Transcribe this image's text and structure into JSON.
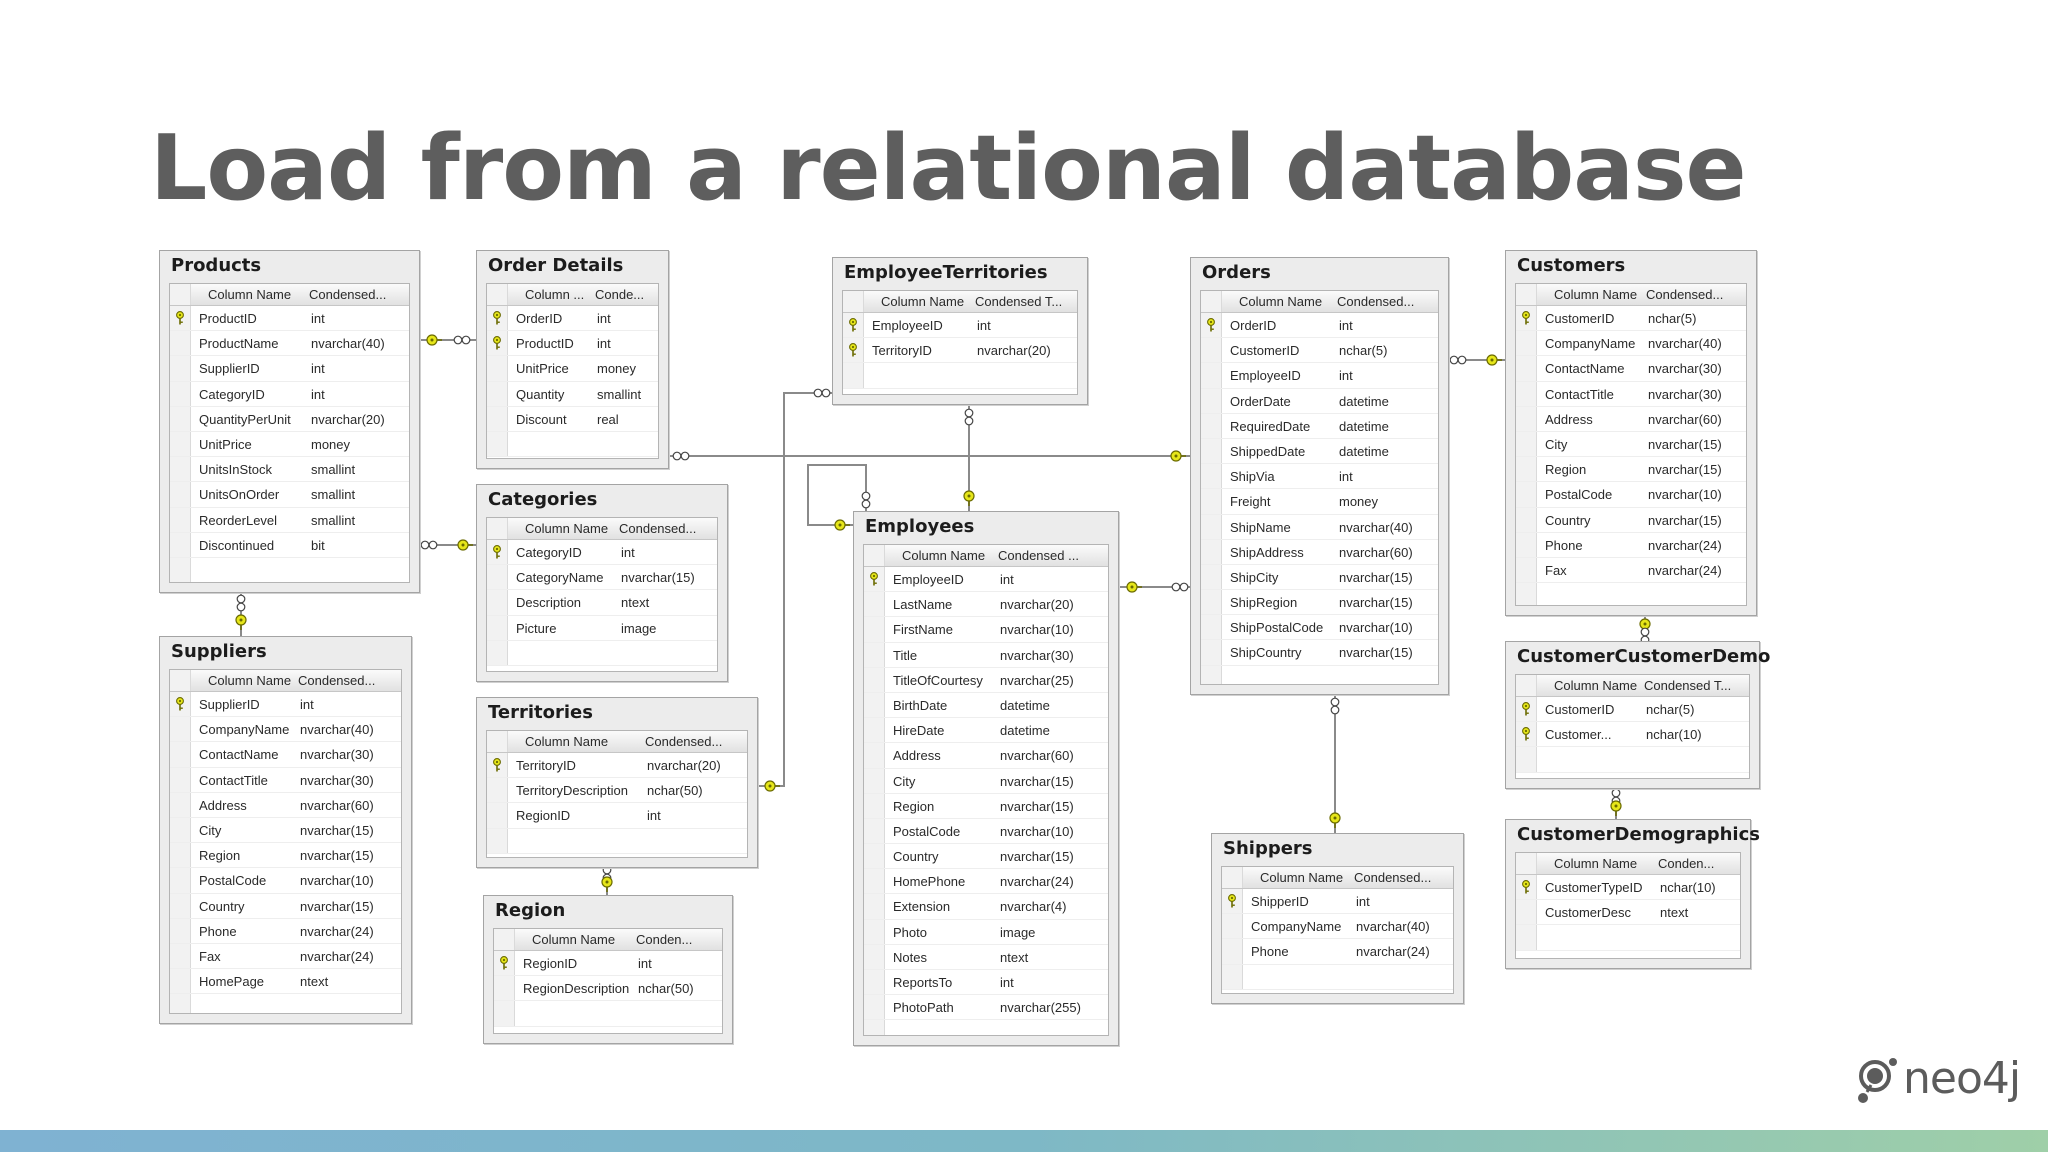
{
  "slide": {
    "title": "Load from a relational database"
  },
  "brand": {
    "logo_text": "neo4j",
    "key_color": "#e6e619",
    "bar_colors": [
      "#7fb2d2",
      "#9fcfa8"
    ]
  },
  "tables": [
    {
      "name": "Products",
      "headers": [
        "Column Name",
        "Condensed..."
      ],
      "empty_rows": 1,
      "rows": [
        {
          "col": "ProductID",
          "type": "int",
          "key": true
        },
        {
          "col": "ProductName",
          "type": "nvarchar(40)"
        },
        {
          "col": "SupplierID",
          "type": "int"
        },
        {
          "col": "CategoryID",
          "type": "int"
        },
        {
          "col": "QuantityPerUnit",
          "type": "nvarchar(20)"
        },
        {
          "col": "UnitPrice",
          "type": "money"
        },
        {
          "col": "UnitsInStock",
          "type": "smallint"
        },
        {
          "col": "UnitsOnOrder",
          "type": "smallint"
        },
        {
          "col": "ReorderLevel",
          "type": "smallint"
        },
        {
          "col": "Discontinued",
          "type": "bit"
        }
      ]
    },
    {
      "name": "Order Details",
      "headers": [
        "Column ...",
        "Conde..."
      ],
      "empty_rows": 1,
      "rows": [
        {
          "col": "OrderID",
          "type": "int",
          "key": true
        },
        {
          "col": "ProductID",
          "type": "int",
          "key": true
        },
        {
          "col": "UnitPrice",
          "type": "money"
        },
        {
          "col": "Quantity",
          "type": "smallint"
        },
        {
          "col": "Discount",
          "type": "real"
        }
      ]
    },
    {
      "name": "EmployeeTerritories",
      "headers": [
        "Column Name",
        "Condensed T..."
      ],
      "empty_rows": 1,
      "rows": [
        {
          "col": "EmployeeID",
          "type": "int",
          "key": true
        },
        {
          "col": "TerritoryID",
          "type": "nvarchar(20)",
          "key": true
        }
      ]
    },
    {
      "name": "Orders",
      "headers": [
        "Column Name",
        "Condensed..."
      ],
      "empty_rows": 1,
      "rows": [
        {
          "col": "OrderID",
          "type": "int",
          "key": true
        },
        {
          "col": "CustomerID",
          "type": "nchar(5)"
        },
        {
          "col": "EmployeeID",
          "type": "int"
        },
        {
          "col": "OrderDate",
          "type": "datetime"
        },
        {
          "col": "RequiredDate",
          "type": "datetime"
        },
        {
          "col": "ShippedDate",
          "type": "datetime"
        },
        {
          "col": "ShipVia",
          "type": "int"
        },
        {
          "col": "Freight",
          "type": "money"
        },
        {
          "col": "ShipName",
          "type": "nvarchar(40)"
        },
        {
          "col": "ShipAddress",
          "type": "nvarchar(60)"
        },
        {
          "col": "ShipCity",
          "type": "nvarchar(15)"
        },
        {
          "col": "ShipRegion",
          "type": "nvarchar(15)"
        },
        {
          "col": "ShipPostalCode",
          "type": "nvarchar(10)"
        },
        {
          "col": "ShipCountry",
          "type": "nvarchar(15)"
        }
      ]
    },
    {
      "name": "Customers",
      "headers": [
        "Column Name",
        "Condensed..."
      ],
      "empty_rows": 1,
      "rows": [
        {
          "col": "CustomerID",
          "type": "nchar(5)",
          "key": true
        },
        {
          "col": "CompanyName",
          "type": "nvarchar(40)"
        },
        {
          "col": "ContactName",
          "type": "nvarchar(30)"
        },
        {
          "col": "ContactTitle",
          "type": "nvarchar(30)"
        },
        {
          "col": "Address",
          "type": "nvarchar(60)"
        },
        {
          "col": "City",
          "type": "nvarchar(15)"
        },
        {
          "col": "Region",
          "type": "nvarchar(15)"
        },
        {
          "col": "PostalCode",
          "type": "nvarchar(10)"
        },
        {
          "col": "Country",
          "type": "nvarchar(15)"
        },
        {
          "col": "Phone",
          "type": "nvarchar(24)"
        },
        {
          "col": "Fax",
          "type": "nvarchar(24)"
        }
      ]
    },
    {
      "name": "Categories",
      "headers": [
        "Column Name",
        "Condensed..."
      ],
      "empty_rows": 1,
      "rows": [
        {
          "col": "CategoryID",
          "type": "int",
          "key": true
        },
        {
          "col": "CategoryName",
          "type": "nvarchar(15)"
        },
        {
          "col": "Description",
          "type": "ntext"
        },
        {
          "col": "Picture",
          "type": "image"
        }
      ]
    },
    {
      "name": "Employees",
      "headers": [
        "Column Name",
        "Condensed ..."
      ],
      "empty_rows": 1,
      "rows": [
        {
          "col": "EmployeeID",
          "type": "int",
          "key": true
        },
        {
          "col": "LastName",
          "type": "nvarchar(20)"
        },
        {
          "col": "FirstName",
          "type": "nvarchar(10)"
        },
        {
          "col": "Title",
          "type": "nvarchar(30)"
        },
        {
          "col": "TitleOfCourtesy",
          "type": "nvarchar(25)"
        },
        {
          "col": "BirthDate",
          "type": "datetime"
        },
        {
          "col": "HireDate",
          "type": "datetime"
        },
        {
          "col": "Address",
          "type": "nvarchar(60)"
        },
        {
          "col": "City",
          "type": "nvarchar(15)"
        },
        {
          "col": "Region",
          "type": "nvarchar(15)"
        },
        {
          "col": "PostalCode",
          "type": "nvarchar(10)"
        },
        {
          "col": "Country",
          "type": "nvarchar(15)"
        },
        {
          "col": "HomePhone",
          "type": "nvarchar(24)"
        },
        {
          "col": "Extension",
          "type": "nvarchar(4)"
        },
        {
          "col": "Photo",
          "type": "image"
        },
        {
          "col": "Notes",
          "type": "ntext"
        },
        {
          "col": "ReportsTo",
          "type": "int"
        },
        {
          "col": "PhotoPath",
          "type": "nvarchar(255)"
        }
      ]
    },
    {
      "name": "Suppliers",
      "headers": [
        "Column Name",
        "Condensed..."
      ],
      "empty_rows": 1,
      "rows": [
        {
          "col": "SupplierID",
          "type": "int",
          "key": true
        },
        {
          "col": "CompanyName",
          "type": "nvarchar(40)"
        },
        {
          "col": "ContactName",
          "type": "nvarchar(30)"
        },
        {
          "col": "ContactTitle",
          "type": "nvarchar(30)"
        },
        {
          "col": "Address",
          "type": "nvarchar(60)"
        },
        {
          "col": "City",
          "type": "nvarchar(15)"
        },
        {
          "col": "Region",
          "type": "nvarchar(15)"
        },
        {
          "col": "PostalCode",
          "type": "nvarchar(10)"
        },
        {
          "col": "Country",
          "type": "nvarchar(15)"
        },
        {
          "col": "Phone",
          "type": "nvarchar(24)"
        },
        {
          "col": "Fax",
          "type": "nvarchar(24)"
        },
        {
          "col": "HomePage",
          "type": "ntext"
        }
      ]
    },
    {
      "name": "Territories",
      "headers": [
        "Column Name",
        "Condensed..."
      ],
      "empty_rows": 1,
      "rows": [
        {
          "col": "TerritoryID",
          "type": "nvarchar(20)",
          "key": true
        },
        {
          "col": "TerritoryDescription",
          "type": "nchar(50)"
        },
        {
          "col": "RegionID",
          "type": "int"
        }
      ]
    },
    {
      "name": "Region",
      "headers": [
        "Column Name",
        "Conden..."
      ],
      "empty_rows": 1,
      "rows": [
        {
          "col": "RegionID",
          "type": "int",
          "key": true
        },
        {
          "col": "RegionDescription",
          "type": "nchar(50)"
        }
      ]
    },
    {
      "name": "Shippers",
      "headers": [
        "Column Name",
        "Condensed..."
      ],
      "empty_rows": 1,
      "rows": [
        {
          "col": "ShipperID",
          "type": "int",
          "key": true
        },
        {
          "col": "CompanyName",
          "type": "nvarchar(40)"
        },
        {
          "col": "Phone",
          "type": "nvarchar(24)"
        }
      ]
    },
    {
      "name": "CustomerCustomerDemo",
      "headers": [
        "Column Name",
        "Condensed T..."
      ],
      "empty_rows": 1,
      "rows": [
        {
          "col": "CustomerID",
          "type": "nchar(5)",
          "key": true
        },
        {
          "col": "Customer...",
          "type": "nchar(10)",
          "key": true
        }
      ]
    },
    {
      "name": "CustomerDemographics",
      "headers": [
        "Column Name",
        "Conden..."
      ],
      "empty_rows": 1,
      "rows": [
        {
          "col": "CustomerTypeID",
          "type": "nchar(10)",
          "key": true
        },
        {
          "col": "CustomerDesc",
          "type": "ntext"
        }
      ]
    }
  ]
}
